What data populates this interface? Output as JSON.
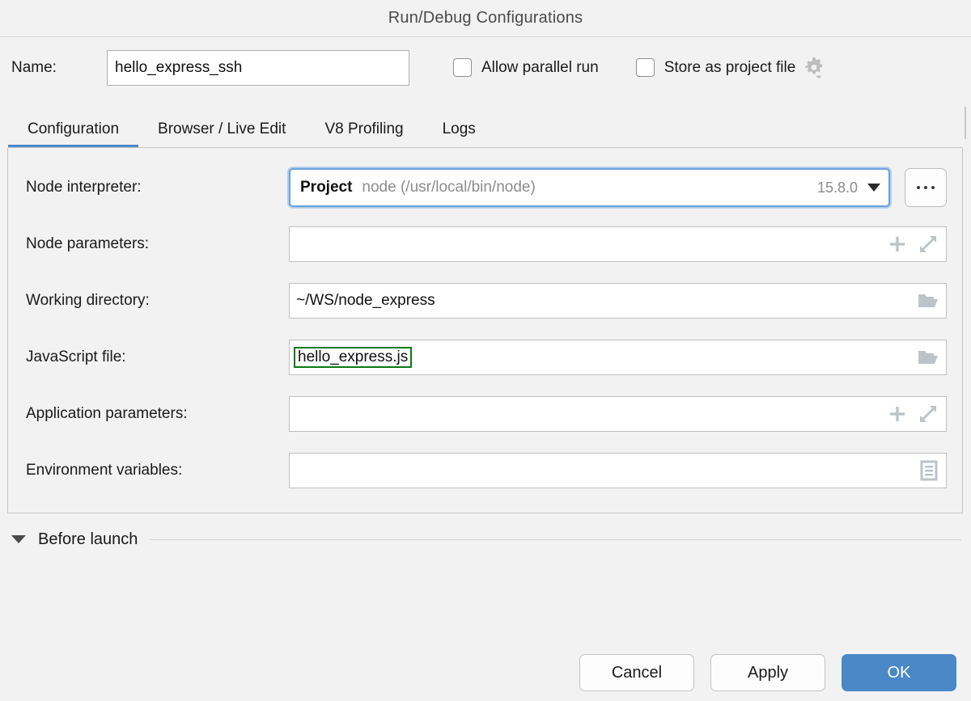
{
  "window": {
    "title": "Run/Debug Configurations"
  },
  "name_row": {
    "label": "Name:",
    "value": "hello_express_ssh",
    "placeholder": "",
    "allow_parallel_run": {
      "label": "Allow parallel run",
      "checked": false
    },
    "store_as_project_file": {
      "label": "Store as project file",
      "checked": false
    },
    "gear_icon": "gear-icon"
  },
  "tabs": [
    {
      "label": "Configuration",
      "active": true
    },
    {
      "label": "Browser / Live Edit",
      "active": false
    },
    {
      "label": "V8 Profiling",
      "active": false
    },
    {
      "label": "Logs",
      "active": false
    }
  ],
  "form": {
    "node_interpreter": {
      "label": "Node interpreter:",
      "primary": "Project",
      "secondary": "node (/usr/local/bin/node)",
      "version": "15.8.0",
      "dropdown_icon": "chevron-down-icon",
      "browse_button": "…"
    },
    "node_parameters": {
      "label": "Node parameters:",
      "value": "",
      "icons": [
        "plus-icon",
        "expand-icon"
      ]
    },
    "working_directory": {
      "label": "Working directory:",
      "value": "~/WS/node_express",
      "icons": [
        "folder-icon"
      ]
    },
    "javascript_file": {
      "label": "JavaScript file:",
      "value": "hello_express.js",
      "highlight_color": "#0a7a14",
      "icons": [
        "folder-icon"
      ]
    },
    "application_parameters": {
      "label": "Application parameters:",
      "value": "",
      "icons": [
        "plus-icon",
        "expand-icon"
      ]
    },
    "environment_variables": {
      "label": "Environment variables:",
      "value": "",
      "icons": [
        "env-list-icon"
      ]
    }
  },
  "before_launch": {
    "label": "Before launch",
    "expanded": true
  },
  "footer": {
    "cancel": "Cancel",
    "apply": "Apply",
    "ok": "OK"
  },
  "colors": {
    "accent": "#4a88c7",
    "highlight_green": "#0a7a14",
    "dialog_bg": "#f2f2f2"
  }
}
